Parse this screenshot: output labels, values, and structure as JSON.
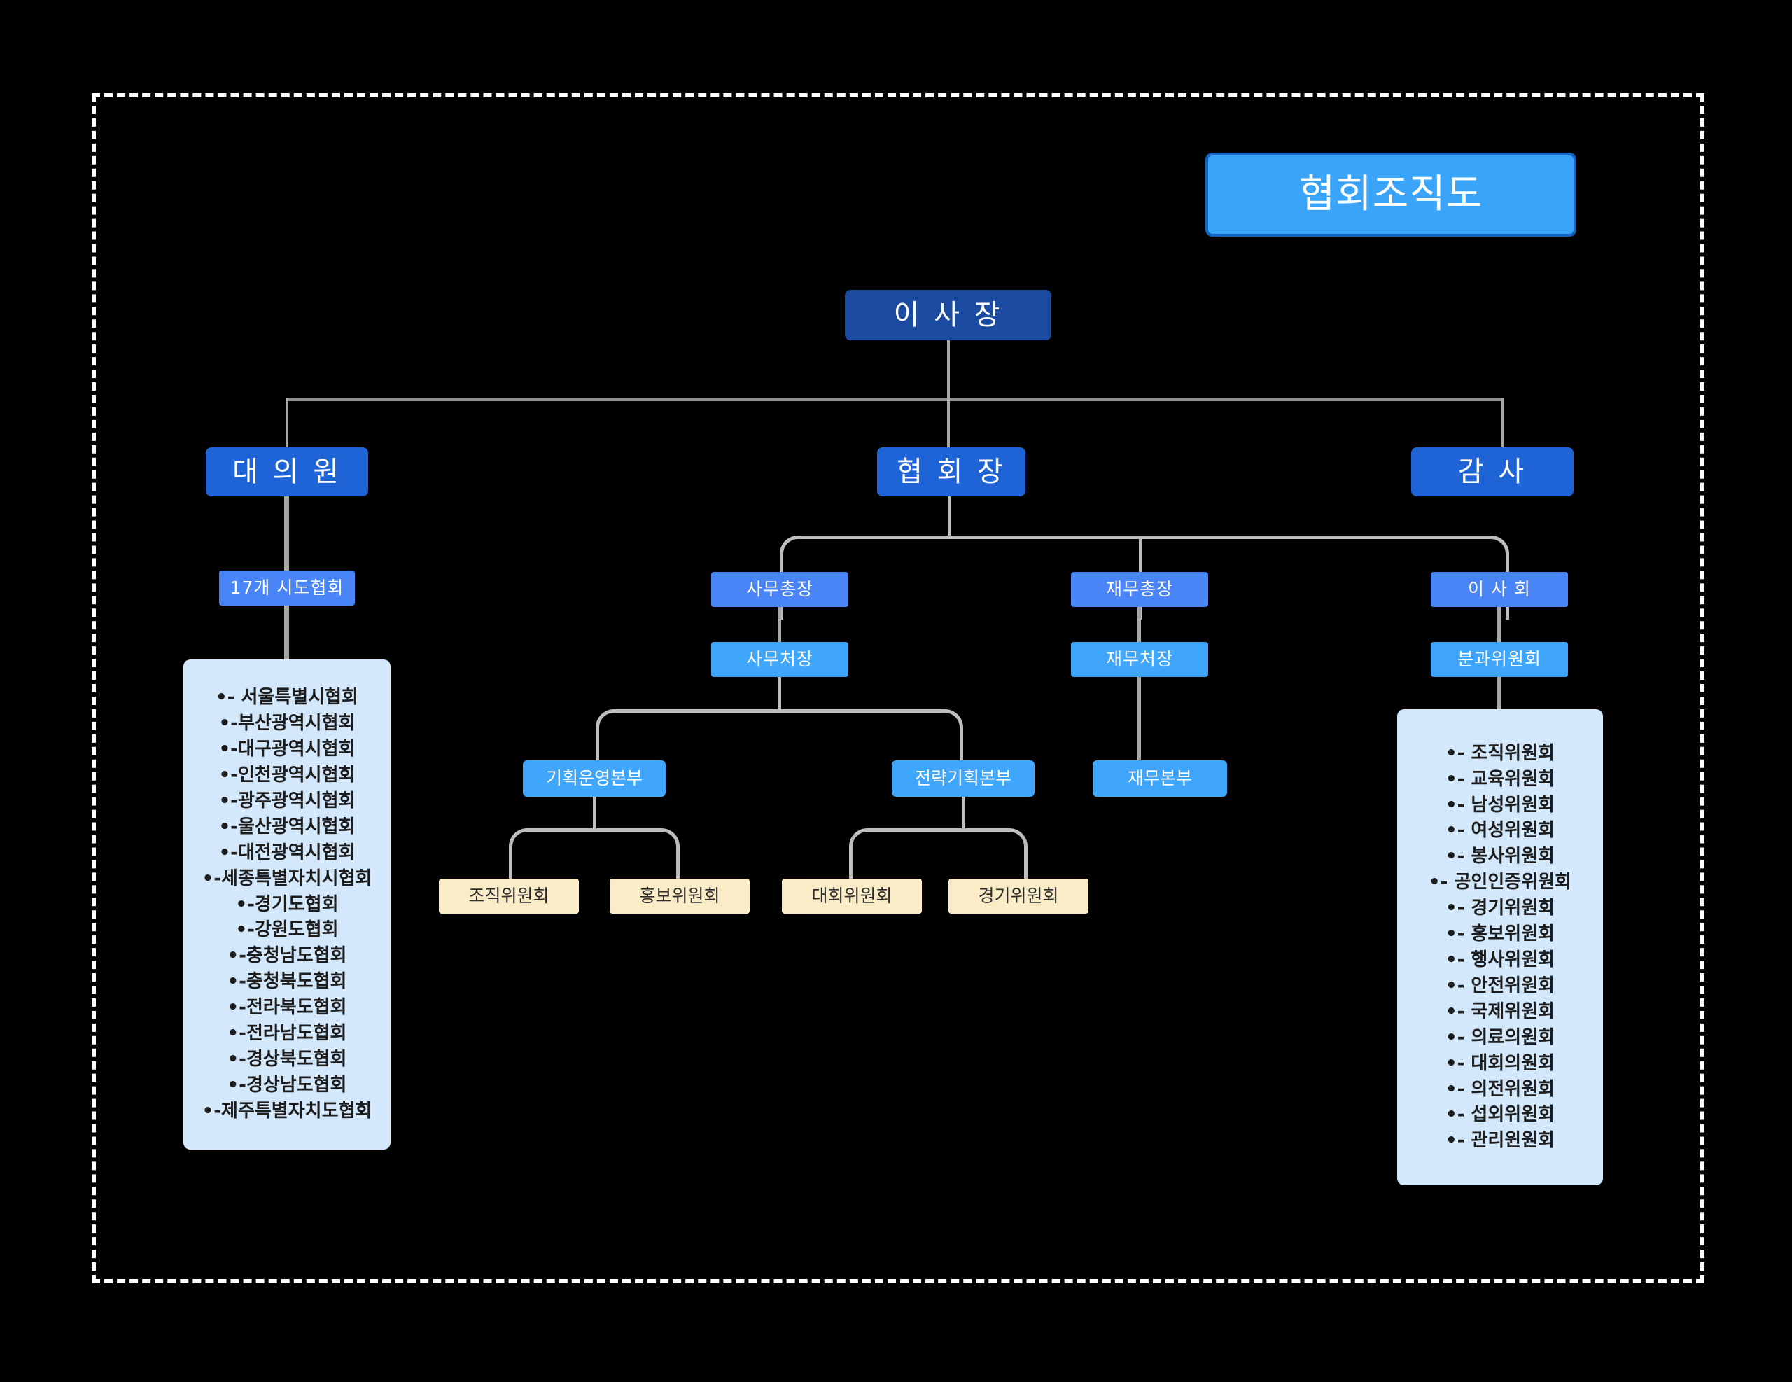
{
  "chart_title": "협회조직도",
  "nodes": {
    "root": "이 사 장",
    "level1": {
      "left": "대 의 원",
      "center": "협 회 장",
      "right": "감 사"
    },
    "level2": {
      "city_assoc": "17개 시도협회",
      "secretary_general": "사무총장",
      "finance_general": "재무총장",
      "board": "이 사 회"
    },
    "level3": {
      "secretary_office": "사무처장",
      "finance_office": "재무처장",
      "subcommittee": "분과위원회"
    },
    "level4": {
      "planning_hq": "기획운영본부",
      "strategy_hq": "전략기획본부",
      "finance_hq": "재무본부"
    },
    "level5": [
      "조직위원회",
      "홍보위원회",
      "대회위원회",
      "경기위원회"
    ]
  },
  "city_associations": [
    "•- 서울특별시협회",
    "•-부산광역시협회",
    "•-대구광역시협회",
    "•-인천광역시협회",
    "•-광주광역시협회",
    "•-울산광역시협회",
    "•-대전광역시협회",
    "•-세종특별자치시협회",
    "•-경기도협회",
    "•-강원도협회",
    "•-충청남도협회",
    "•-충청북도협회",
    "•-전라북도협회",
    "•-전라남도협회",
    "•-경상북도협회",
    "•-경상남도협회",
    "•-제주특별자치도협회"
  ],
  "committees": [
    "•- 조직위원회",
    "•- 교육위원회",
    "•- 남성위원회",
    "•- 여성위원회",
    "•- 봉사위원회",
    "•- 공인인증위원회",
    "•- 경기위원회",
    "•- 홍보위원회",
    "•- 행사위원회",
    "•- 안전위원회",
    "•- 국제위원회",
    "•- 의료의원회",
    "•- 대회의원회",
    "•- 의전위원회",
    "•- 섭외위원회",
    "•- 관리윈원회"
  ],
  "colors": {
    "background": "#000000",
    "frame_border": "#ffffff",
    "title_fill": "#3aa5f8",
    "title_border": "#1465c0",
    "root_fill": "#1b4ba0",
    "level1_fill": "#1f64d6",
    "level2_fill": "#4a85f7",
    "level3_fill": "#3fa6fb",
    "leaf_fill": "#fbecc8",
    "panel_fill": "#d3e8fb",
    "connector": "#bdbdbd"
  }
}
